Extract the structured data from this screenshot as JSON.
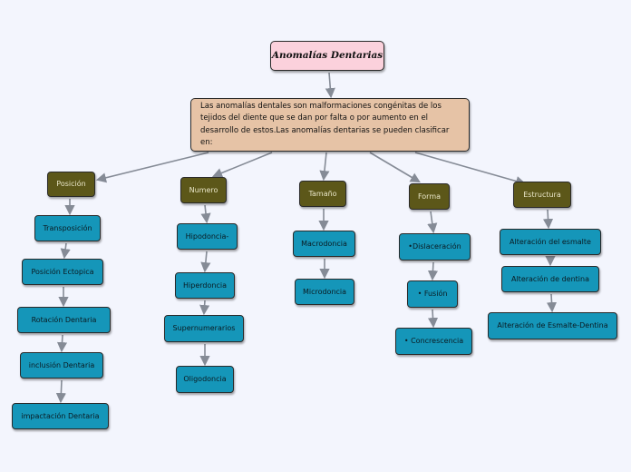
{
  "colors": {
    "background": "#f3f5fd",
    "root": "#fbd1dc",
    "description": "#e6c3a6",
    "category": "#5c5719",
    "leaf": "#1596b9",
    "connector": "#858b96"
  },
  "root": {
    "title": "Anomalías Dentarias"
  },
  "description": {
    "text": "Las anomalías dentales son malformaciones congénitas de los tejidos del diente que se dan por falta o por aumento en el desarrollo de estos.Las anomalías dentarias se pueden clasificar en:"
  },
  "categories": [
    {
      "label": "Posición",
      "items": [
        "Transposición",
        "Posición Ectopica",
        "Rotación Dentaria",
        "inclusión Dentaria",
        "impactación Dentaria"
      ]
    },
    {
      "label": "Numero",
      "items": [
        "Hipodoncia-",
        "Hiperdoncia",
        "Supernumerarios",
        "Oligodoncia"
      ]
    },
    {
      "label": "Tamaño",
      "items": [
        "Macrodoncia",
        "Microdoncia"
      ]
    },
    {
      "label": "Forma",
      "items": [
        "•Dislaceración",
        "• Fusión",
        "• Concrescencia"
      ]
    },
    {
      "label": "Estructura",
      "items": [
        "Alteración del esmalte",
        "Alteración de dentina",
        "Alteración de Esmalte-Dentina"
      ]
    }
  ]
}
